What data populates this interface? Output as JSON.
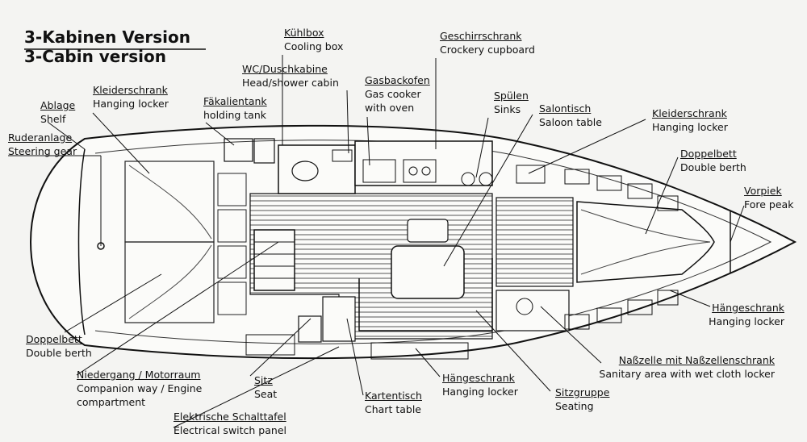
{
  "title": {
    "de": "3-Kabinen Version",
    "en": "3-Cabin version"
  },
  "labels": {
    "kuehlbox": {
      "de": "Kühlbox",
      "en": "Cooling box"
    },
    "geschirr": {
      "de": "Geschirrschrank",
      "en": "Crockery cupboard"
    },
    "wc": {
      "de": "WC/Duschkabine",
      "en": "Head/shower cabin"
    },
    "gasback": {
      "de": "Gasbackofen",
      "en": "Gas cooker",
      "en2": "with oven"
    },
    "kleider1": {
      "de": "Kleiderschrank",
      "en": "Hanging locker"
    },
    "ablage": {
      "de": "Ablage",
      "en": "Shelf"
    },
    "faekalien": {
      "de": "Fäkalientank",
      "en": "holding tank"
    },
    "spuelen": {
      "de": "Spülen",
      "en": "Sinks"
    },
    "salontisch": {
      "de": "Salontisch",
      "en": "Saloon table"
    },
    "kleider2": {
      "de": "Kleiderschrank",
      "en": "Hanging locker"
    },
    "ruder": {
      "de": "Ruderanlage",
      "en": "Steering gear"
    },
    "doppel1": {
      "de": "Doppelbett",
      "en": "Double berth"
    },
    "vorpiek": {
      "de": "Vorpiek",
      "en": "Fore peak"
    },
    "doppel2": {
      "de": "Doppelbett",
      "en": "Double berth"
    },
    "haenge1": {
      "de": "Hängeschrank",
      "en": "Hanging locker"
    },
    "nasszelle": {
      "de": "Naßzelle mit Naßzellenschrank",
      "en": "Sanitary area with wet cloth locker"
    },
    "niedergang": {
      "de": "Niedergang / Motorraum",
      "en": "Companion way / Engine",
      "en2": "compartment"
    },
    "sitz": {
      "de": "Sitz",
      "en": "Seat"
    },
    "haenge2": {
      "de": "Hängeschrank",
      "en": "Hanging locker"
    },
    "sitzgruppe": {
      "de": "Sitzgruppe",
      "en": "Seating"
    },
    "karten": {
      "de": "Kartentisch",
      "en": "Chart table"
    },
    "elektro": {
      "de": "Elektrische Schalttafel",
      "en": "Electrical switch panel"
    }
  }
}
